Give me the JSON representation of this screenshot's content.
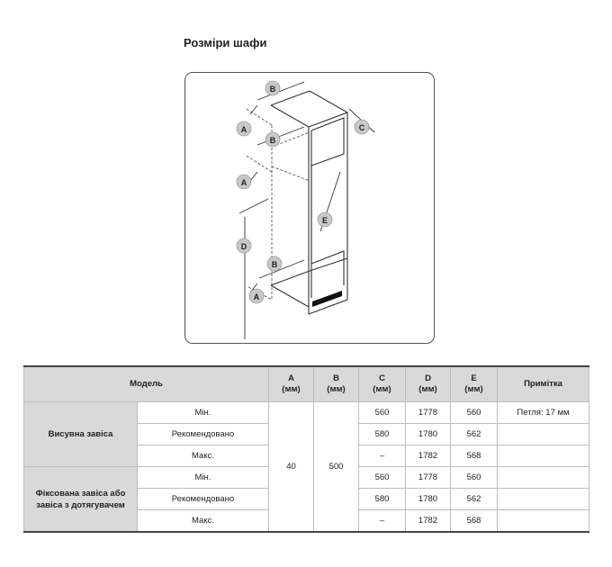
{
  "title": "Розміри шафи",
  "diagram": {
    "labels": {
      "a": "A",
      "b": "B",
      "c": "C",
      "d": "D",
      "e": "E"
    }
  },
  "table": {
    "headers": {
      "model": "Модель",
      "a": "A",
      "a_unit": "(мм)",
      "b": "B",
      "b_unit": "(мм)",
      "c": "C",
      "c_unit": "(мм)",
      "d": "D",
      "d_unit": "(мм)",
      "e": "E",
      "e_unit": "(мм)",
      "note": "Примітка"
    },
    "groups": [
      {
        "name": "Висувна завіса",
        "rows": [
          {
            "sub": "Мін.",
            "c": "560",
            "d": "1778",
            "e": "560",
            "note": "Петля: 17 мм"
          },
          {
            "sub": "Рекомендовано",
            "c": "580",
            "d": "1780",
            "e": "562",
            "note": ""
          },
          {
            "sub": "Макс.",
            "c": "–",
            "d": "1782",
            "e": "568",
            "note": ""
          }
        ]
      },
      {
        "name": "Фіксована завіса або завіса з дотягувачем",
        "rows": [
          {
            "sub": "Мін.",
            "c": "560",
            "d": "1778",
            "e": "560",
            "note": ""
          },
          {
            "sub": "Рекомендовано",
            "c": "580",
            "d": "1780",
            "e": "562",
            "note": ""
          },
          {
            "sub": "Макс.",
            "c": "–",
            "d": "1782",
            "e": "568",
            "note": ""
          }
        ]
      }
    ],
    "shared_a": "40",
    "shared_b": "500"
  }
}
